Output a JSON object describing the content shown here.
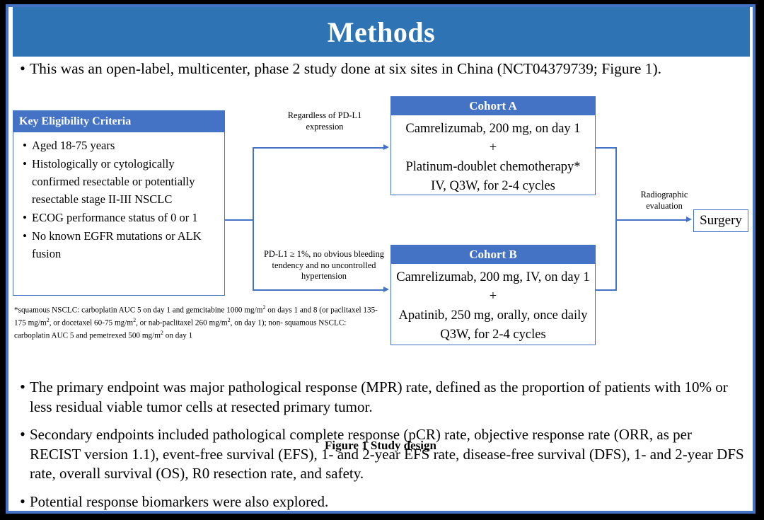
{
  "slide": {
    "title": "Methods",
    "accent_blue": "#2E74B5",
    "box_blue": "#4472C4",
    "top_bullet": "This was an open-label, multicenter, phase 2 study done at six sites in China (NCT04379739; Figure 1).",
    "bullet_marker": "•"
  },
  "eligibility": {
    "header": "Key  Eligibility Criteria",
    "items": [
      "Aged 18-75 years",
      "Histologically or cytologically confirmed resectable or potentially resectable stage II-III  NSCLC",
      "ECOG performance status of 0 or 1",
      "No known EGFR mutations or ALK fusion"
    ]
  },
  "footnote": {
    "line1_a": "*squamous NSCLC: carboplatin AUC 5 on day 1 and gemcitabine 1000 mg/m",
    "line1_b": " on days 1 and 8 (or",
    "line2_a": "paclitaxel 135-175  mg/m",
    "line2_b": ", or docetaxel 60-75 mg/m",
    "line2_c": ", or nab-paclitaxel 260 mg/m",
    "line2_d": ", on day 1); non-",
    "line3_a": "squamous NSCLC: carboplatin AUC 5 and pemetrexed 500 mg/m",
    "line3_b": " on day 1",
    "superscript": "2"
  },
  "connectors": {
    "regardless_label": "Regardless  of PD-L1 expression",
    "pdl1_label": "PD-L1 ≥ 1%, no obvious bleeding tendency and no uncontrolled  hypertension",
    "radiographic_label": "Radiographic evaluation"
  },
  "cohort_a": {
    "header": "Cohort A",
    "lines": [
      "Camrelizumab, 200 mg, on day 1",
      "+",
      "Platinum-doublet chemotherapy*",
      "IV, Q3W, for 2-4 cycles"
    ]
  },
  "cohort_b": {
    "header": "Cohort B",
    "lines": [
      "Camrelizumab, 200 mg, IV, on day 1",
      "+",
      "Apatinib, 250 mg, orally, once daily",
      "Q3W, for 2-4 cycles"
    ]
  },
  "surgery": {
    "label": "Surgery"
  },
  "figure_caption": "Figure 1 Study design",
  "lower_bullets": [
    "The primary endpoint was major pathological response (MPR) rate, defined as the proportion of patients with 10% or less residual viable tumor cells at resected primary tumor.",
    "Secondary endpoints included pathological complete response (pCR) rate, objective response rate (ORR, as per RECIST version 1.1), event-free survival (EFS), 1- and 2-year EFS rate, disease-free survival (DFS), 1- and 2-year DFS rate, overall survival (OS), R0 resection rate, and safety.",
    "Potential response biomarkers were also explored."
  ]
}
